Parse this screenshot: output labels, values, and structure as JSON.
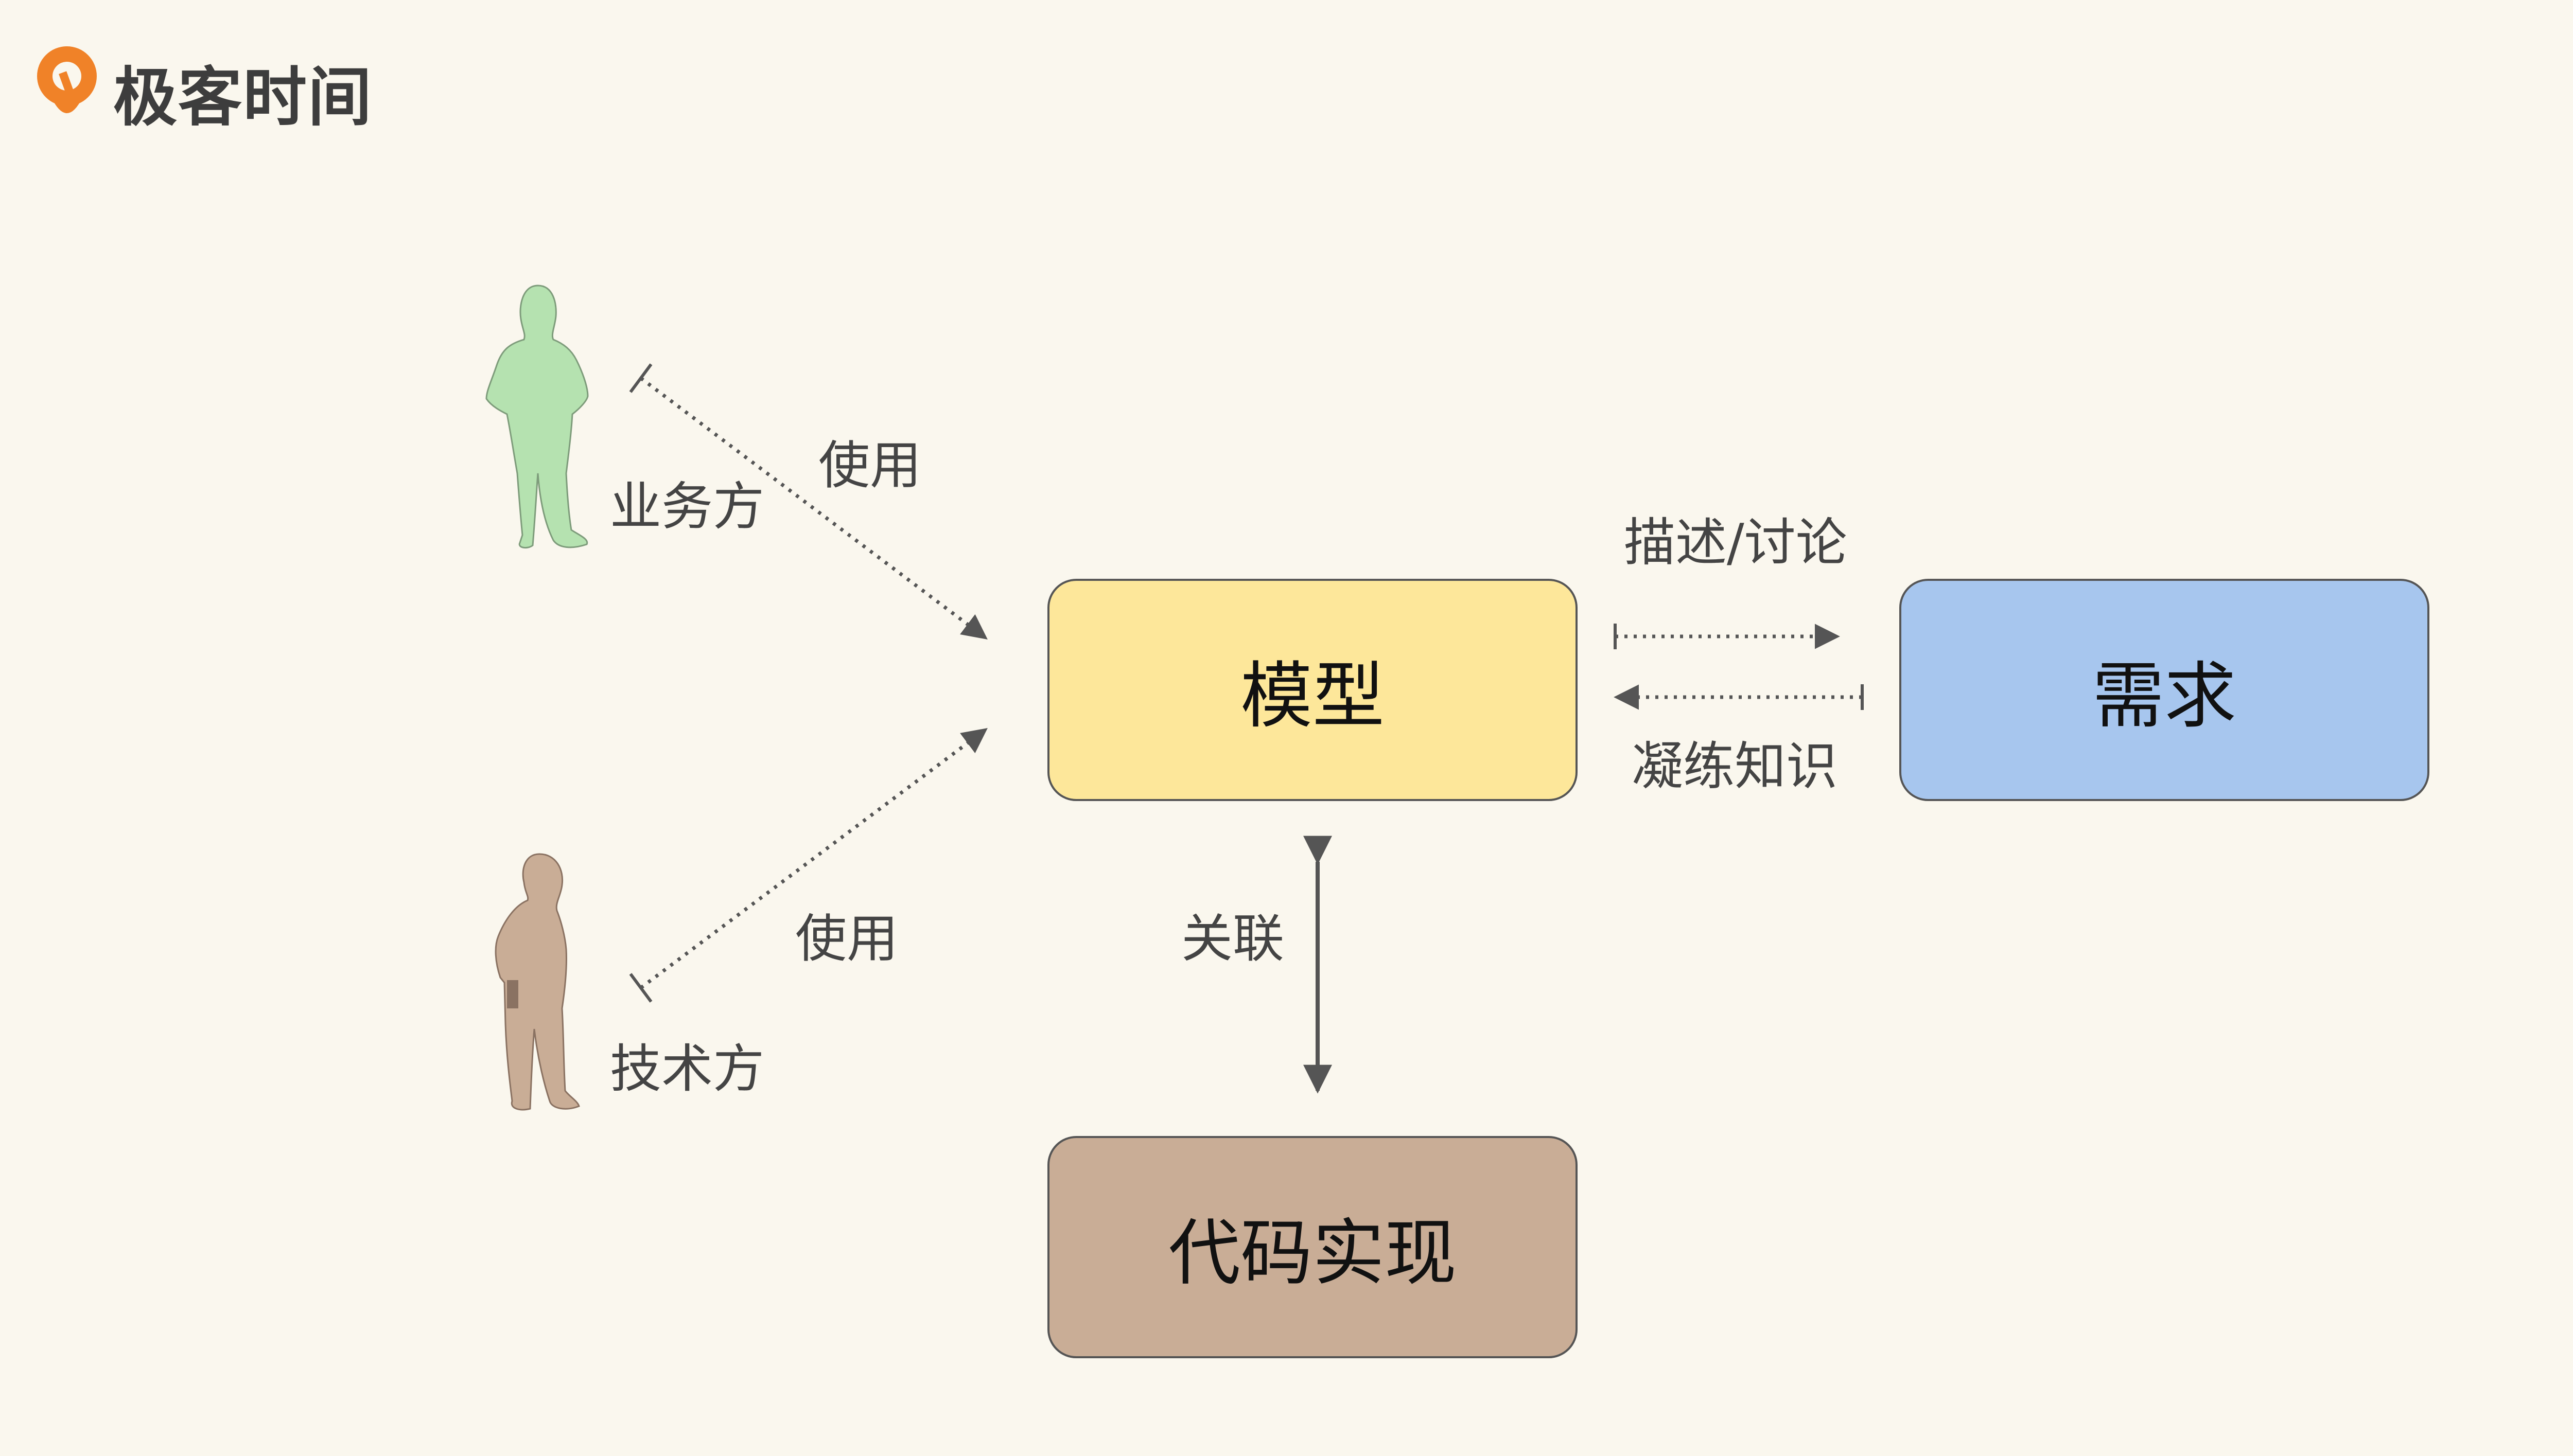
{
  "logo": {
    "text": "极客时间"
  },
  "nodes": {
    "model": "模型",
    "requirement": "需求",
    "code": "代码实现"
  },
  "actors": {
    "business": "业务方",
    "technical": "技术方"
  },
  "edges": {
    "business_use": "使用",
    "technical_use": "使用",
    "describe": "描述/讨论",
    "distill": "凝练知识",
    "associate": "关联"
  },
  "colors": {
    "background": "#faf7ee",
    "model_fill": "#fde79a",
    "requirement_fill": "#a7c6ee",
    "code_fill": "#c9ad96",
    "business_figure": "#b5e2b0",
    "technical_figure": "#c9ad96",
    "logo_accent": "#f08228"
  }
}
